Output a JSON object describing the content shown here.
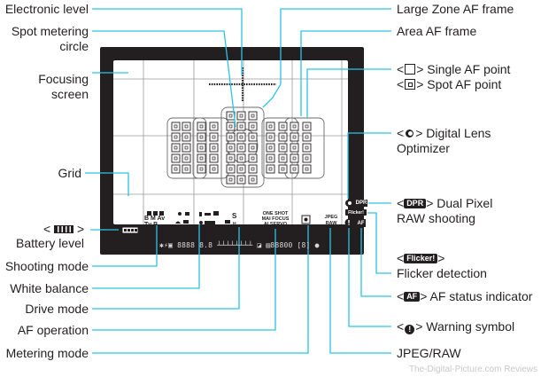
{
  "labels_left": {
    "electronic_level": "Electronic level",
    "spot_metering_1": "Spot metering",
    "spot_metering_2": "circle",
    "focusing_screen_1": "Focusing",
    "focusing_screen_2": "screen",
    "grid": "Grid",
    "battery_prefix": "<",
    "battery_suffix": ">",
    "battery_level": "Battery level",
    "shooting_mode": "Shooting mode",
    "white_balance": "White balance",
    "drive_mode": "Drive mode",
    "af_operation": "AF operation",
    "metering_mode": "Metering mode"
  },
  "labels_right": {
    "large_zone": "Large Zone AF frame",
    "area_af": "Area AF frame",
    "single_af": "Single AF point",
    "spot_af": "Spot AF point",
    "dlo_1": "Digital Lens",
    "dlo_2": "Optimizer",
    "dpr_chip": "DPR",
    "dpr_1": "Dual Pixel",
    "dpr_2": "RAW shooting",
    "flicker_chip": "Flicker!",
    "flicker": "Flicker detection",
    "af_chip": "AF",
    "af_status": "AF status indicator",
    "warning": "Warning symbol",
    "jpeg_raw": "JPEG/RAW"
  },
  "viewfinder": {
    "modes_row1": "B M Av",
    "modes_row2": "Tv P",
    "af_op_1": "ONE SHOT",
    "af_op_2": "MAI FOCUS",
    "af_op_3": "AI SERVO",
    "jpeg": "JPEG",
    "raw": "RAW",
    "dpr": "DPR",
    "flicker": "Flicker!",
    "af": "AF",
    "drive_s": "S",
    "drive_h": "H",
    "info_strip": "✱⚡▣ 8888  8.8 ┴┴┴┴┴┴┴┴ ◪ ▤88800 [8] ●"
  },
  "watermark": "The-Digital-Picture.com Reviews",
  "colors": {
    "leader": "#2cc3e8",
    "frame": "#231f20",
    "grid": "#9a9a9a"
  }
}
